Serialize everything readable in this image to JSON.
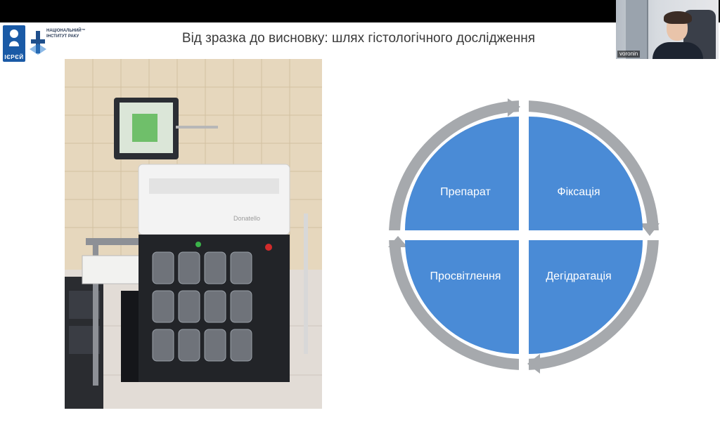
{
  "slide": {
    "title": "Від зразка до висновку: шлях гістологічного дослідження"
  },
  "logos": {
    "ierei_text": "ІЄРЄЙ",
    "institute_text": [
      "НАЦІОНАЛЬНИЙ™",
      "ІНСТИТУТ РАКУ"
    ]
  },
  "webcam": {
    "participant_name": "voronin"
  },
  "cycle": {
    "quadrants": [
      {
        "label": "Препарат"
      },
      {
        "label": "Фіксація"
      },
      {
        "label": "Дегідратація"
      },
      {
        "label": "Просвітлення"
      }
    ],
    "fill_color": "#4a8bd6",
    "arrow_color": "#a6a9ad"
  },
  "photo": {
    "device_brand": "Donatello"
  }
}
